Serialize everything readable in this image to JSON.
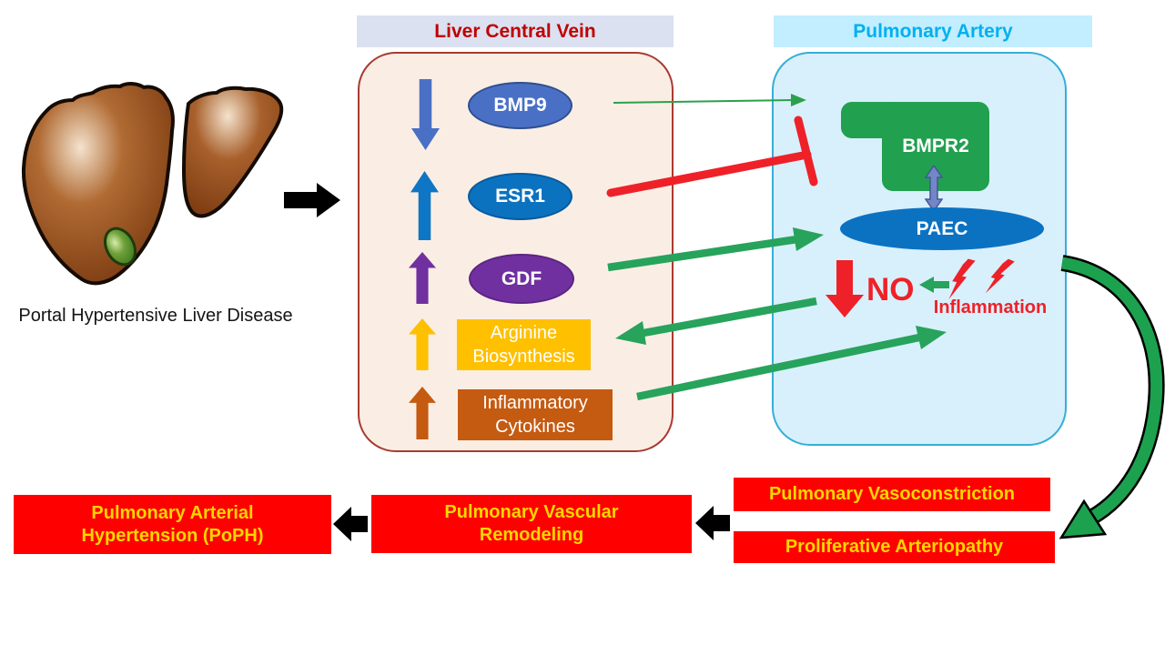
{
  "figure": {
    "caption_left": "Portal Hypertensive Liver Disease",
    "headers": {
      "liver_central_vein": "Liver Central Vein",
      "pulmonary_artery": "Pulmonary Artery"
    }
  },
  "liver_box": {
    "items": [
      {
        "label": "BMP9",
        "change": "decreased",
        "shape": "ellipse",
        "color": "#4a70c6"
      },
      {
        "label": "ESR1",
        "change": "increased",
        "shape": "ellipse",
        "color": "#0b72c0"
      },
      {
        "label": "GDF",
        "change": "increased",
        "shape": "ellipse",
        "color": "#7030a0"
      },
      {
        "label": "Arginine Biosynthesis",
        "change": "increased",
        "shape": "rect",
        "color": "#ffc000"
      },
      {
        "label": "Inflammatory Cytokines",
        "change": "increased",
        "shape": "rect",
        "color": "#c55a11"
      }
    ]
  },
  "pulmonary_box": {
    "bmpr2_label": "BMPR2",
    "paec_label": "PAEC",
    "no_label": "NO",
    "no_change": "decreased",
    "inflammation_label": "Inflammation"
  },
  "outcomes": {
    "vasoconstriction": "Pulmonary Vasoconstriction",
    "arteriopathy": "Proliferative Arteriopathy",
    "remodeling": "Pulmonary Vascular Remodeling",
    "hypertension": "Pulmonary Arterial Hypertension (PoPH)"
  },
  "relations": [
    "BMP9 activates BMPR2 (thin green arrow)",
    "ESR1 inhibits BMPR2 (red blunt line)",
    "GDF activates PAEC (green arrow)",
    "Low NO links to Arginine Biosynthesis (green arrow left)",
    "Inflammatory Cytokines drive Inflammation (green arrow right)",
    "Pulmonary Artery events lead to Vasoconstriction / Arteriopathy (curved green arrow)"
  ],
  "colors": {
    "liver_header_bg": "#dbe1f0",
    "liver_header_text": "#c00000",
    "pulm_header_bg": "#c2eeff",
    "pulm_header_text": "#00b0f0",
    "liver_box_bg": "#faeee4",
    "liver_box_border": "#a93a31",
    "pulm_box_bg": "#d8f0fb",
    "pulm_box_border": "#35aed8",
    "bmpr2_green": "#21a04f",
    "paec_blue": "#0b72c2",
    "bmp9_blue": "#4a70c6",
    "esr1_blue": "#0b72c0",
    "gdf_purple": "#7030a0",
    "arginine_gold": "#ffc000",
    "cytokine_brown": "#c55a11",
    "activation_green": "#27a35c",
    "inhibition_red": "#ee2129",
    "outcome_box_red": "#fe0000",
    "outcome_text_yellow": "#ffd600",
    "black_arrow": "#000000"
  }
}
